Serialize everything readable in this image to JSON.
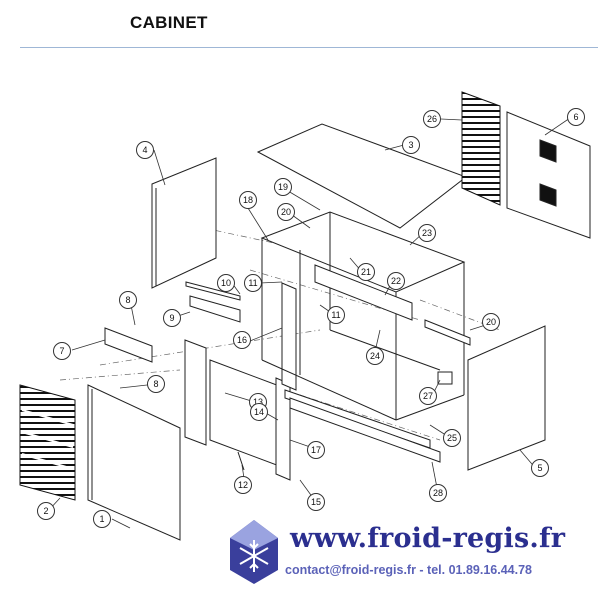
{
  "title": "CABINET",
  "brand": {
    "url": "www.froid-regis.fr",
    "contact": "contact@froid-regis.fr - tel. 01.89.16.44.78",
    "logo_icon": "snowflake-logo-icon",
    "colors": {
      "primary": "#2b2f8f",
      "secondary": "#5b62b8"
    }
  },
  "callouts": [
    "1",
    "2",
    "3",
    "4",
    "5",
    "6",
    "7",
    "8",
    "8",
    "9",
    "10",
    "11",
    "11",
    "12",
    "13",
    "14",
    "15",
    "16",
    "17",
    "18",
    "19",
    "20",
    "20",
    "21",
    "22",
    "23",
    "24",
    "25",
    "26",
    "27",
    "28"
  ]
}
